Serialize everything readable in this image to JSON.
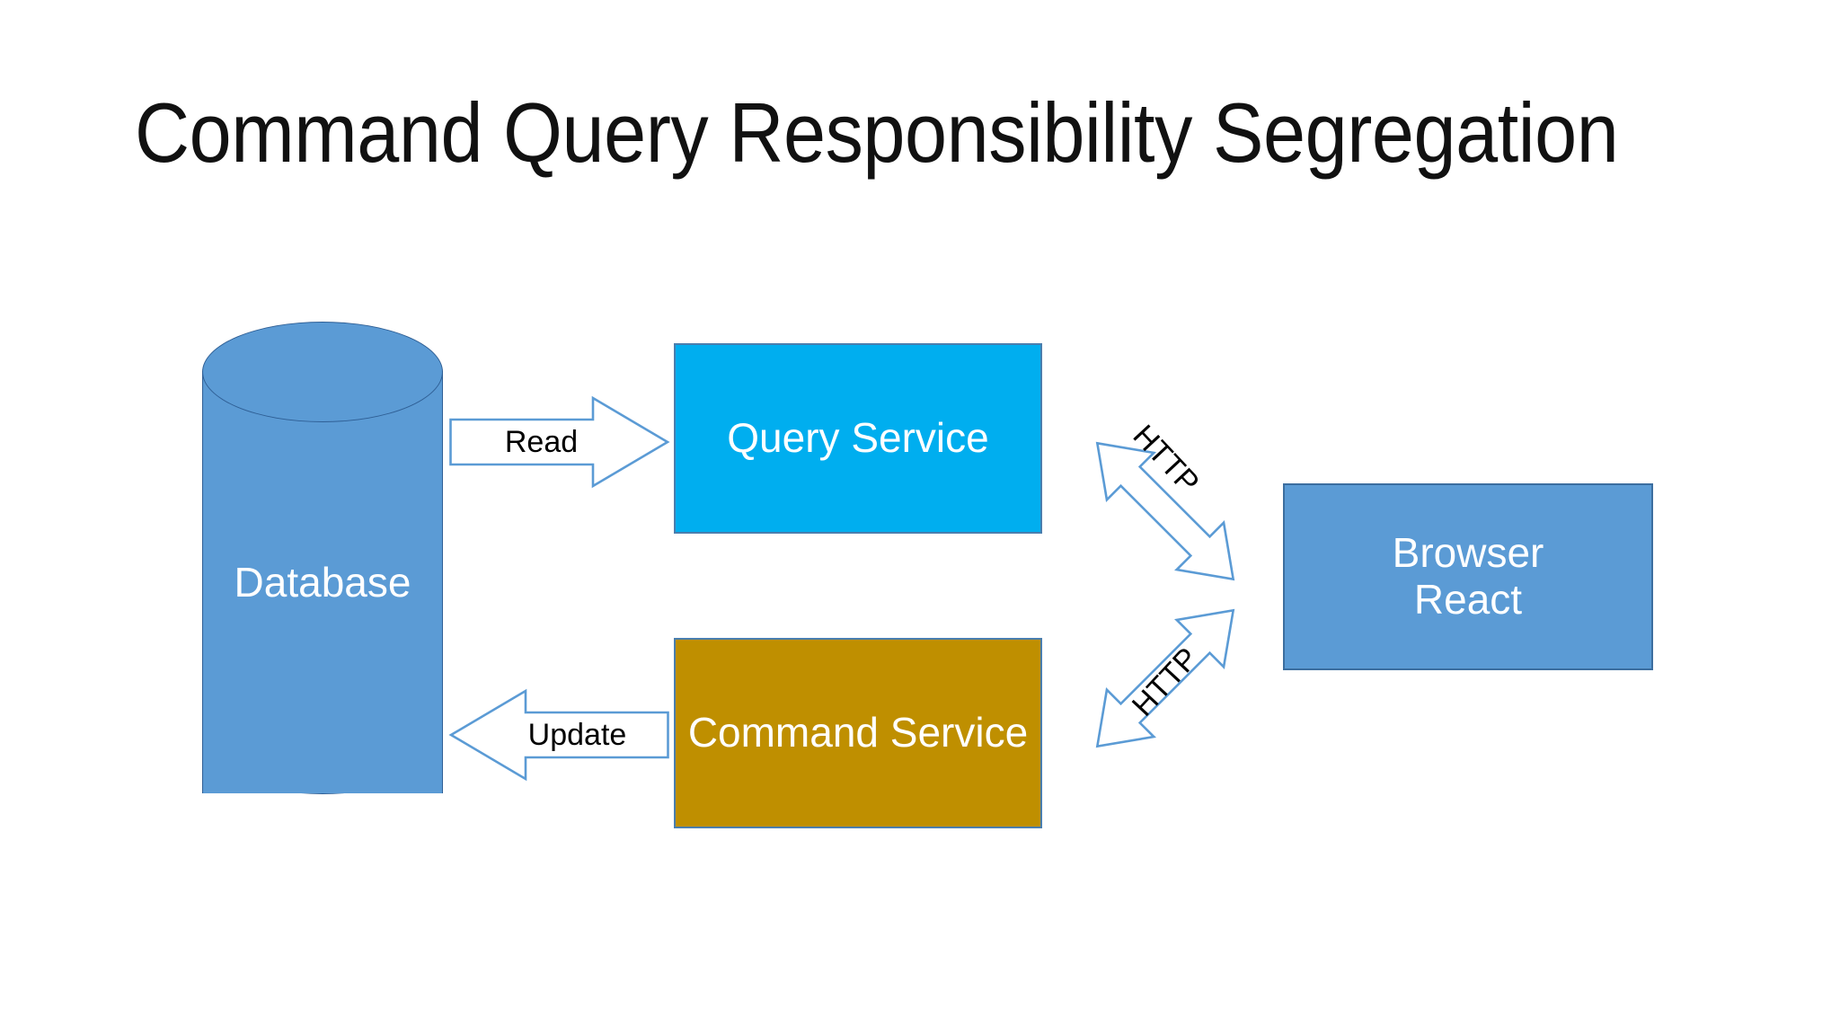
{
  "slide": {
    "title": "Command Query Responsibility Segregation",
    "background_color": "#FFFFFF"
  },
  "nodes": {
    "database": {
      "label": "Database",
      "shape": "cylinder",
      "fill": "#5B9BD5",
      "border": "#2F5F95",
      "text_color": "#FFFFFF"
    },
    "query_service": {
      "label": "Query Service",
      "shape": "rectangle",
      "fill": "#00AEEF",
      "border": "#4A7EAE",
      "text_color": "#FFFFFF"
    },
    "command_service": {
      "label": "Command Service",
      "shape": "rectangle",
      "fill": "#BF8F00",
      "border": "#4A7EAE",
      "text_color": "#FFFFFF"
    },
    "browser": {
      "label_line1": "Browser",
      "label_line2": "React",
      "shape": "rectangle",
      "fill": "#5B9BD5",
      "border": "#3C6E9F",
      "text_color": "#FFFFFF"
    }
  },
  "connectors": {
    "read": {
      "label": "Read",
      "direction": "right",
      "from": "database",
      "to": "query_service",
      "fill": "#FFFFFF",
      "stroke": "#5B9BD5",
      "text_color": "#000000"
    },
    "update": {
      "label": "Update",
      "direction": "left",
      "from": "command_service",
      "to": "database",
      "fill": "#FFFFFF",
      "stroke": "#5B9BD5",
      "text_color": "#000000"
    },
    "http_query": {
      "label": "HTTP",
      "direction": "double",
      "from": "query_service",
      "to": "browser",
      "fill": "#FFFFFF",
      "stroke": "#5B9BD5",
      "text_color": "#000000"
    },
    "http_command": {
      "label": "HTTP",
      "direction": "double",
      "from": "command_service",
      "to": "browser",
      "fill": "#FFFFFF",
      "stroke": "#5B9BD5",
      "text_color": "#000000"
    }
  }
}
